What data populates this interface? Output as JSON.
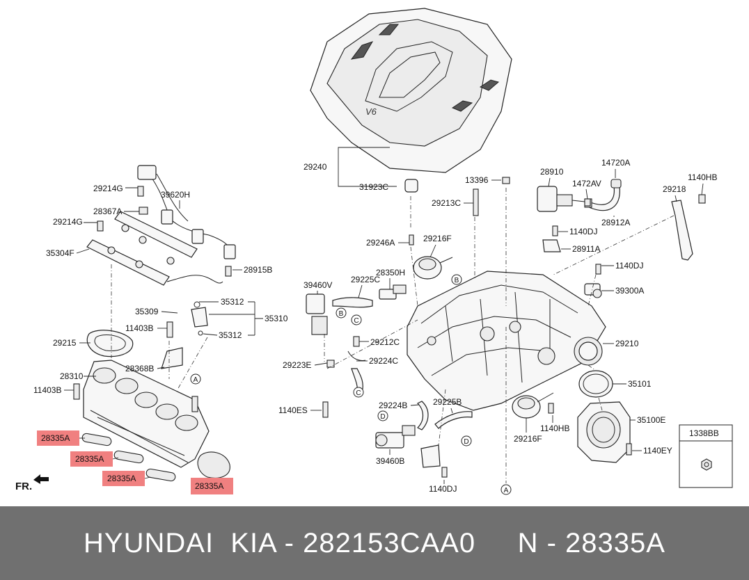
{
  "labels": {
    "l29240": "29240",
    "l31923C": "31923C",
    "l29214G_a": "29214G",
    "l39620H": "39620H",
    "l28367A": "28367A",
    "l29214G_b": "29214G",
    "l35304F": "35304F",
    "l28915B": "28915B",
    "l35309": "35309",
    "l35312_a": "35312",
    "l35310": "35310",
    "l11403B_a": "11403B",
    "l35312_b": "35312",
    "l29215": "29215",
    "l28368B": "28368B",
    "l28310": "28310",
    "l11403B_b": "11403B",
    "l13396": "13396",
    "l29213C": "29213C",
    "l28910": "28910",
    "l14720A": "14720A",
    "l1472AV": "1472AV",
    "l1140HB_a": "1140HB",
    "l29218": "29218",
    "l28912A": "28912A",
    "l1140DJ_a": "1140DJ",
    "l28911A": "28911A",
    "l29246A": "29246A",
    "l29216F_a": "29216F",
    "l28350H": "28350H",
    "l39460V": "39460V",
    "l29225C": "29225C",
    "l1140DJ_b": "1140DJ",
    "l39300A": "39300A",
    "l29212C": "29212C",
    "l29210": "29210",
    "l29223E": "29223E",
    "l29224C": "29224C",
    "l35101": "35101",
    "l1140ES": "1140ES",
    "l29224B": "29224B",
    "l29225B": "29225B",
    "l35100E": "35100E",
    "l1140HB_b": "1140HB",
    "l29216F_b": "29216F",
    "l1140EY": "1140EY",
    "l39460B": "39460B",
    "l1140DJ_c": "1140DJ",
    "l1338BB": "1338BB",
    "fr": "FR."
  },
  "highlighted": [
    "28335A",
    "28335A",
    "28335A",
    "28335A"
  ],
  "refs": {
    "A": "A",
    "B": "B",
    "C": "C",
    "D": "D",
    "V6": "V6"
  },
  "footer": "HYUNDAI  KIA - 282153CAA0     N - 28335A",
  "colors": {
    "highlight": "#f08080",
    "footer_bg": "#707070",
    "footer_text": "#ffffff"
  }
}
